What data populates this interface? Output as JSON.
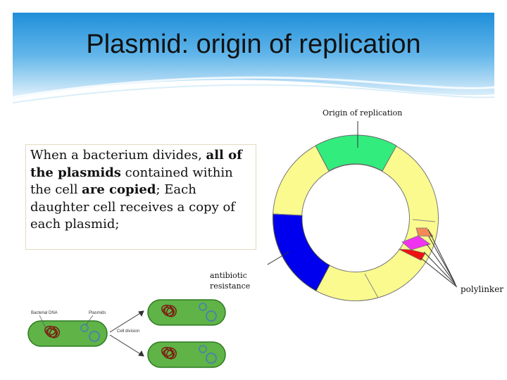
{
  "slide": {
    "title": "Plasmid: origin of replication",
    "body_text": {
      "part1": "When a bacterium divides, ",
      "bold1": "all of the plasmids",
      "part2": " contained within the cell ",
      "bold2": "are copied",
      "part3": "; Each daughter cell receives a copy of each plasmid;"
    }
  },
  "plasmid_diagram": {
    "labels": {
      "origin": "Origin of replication",
      "antibiotic_line1": "antibiotic",
      "antibiotic_line2": "resistance",
      "polylinker": "polylinker"
    },
    "colors": {
      "yellow": "#fafa8e",
      "origin": "#33ec7e",
      "antibiotic": "#0000ee",
      "orange": "#f38a55",
      "magenta": "#f033f0",
      "red": "#ee1111"
    }
  },
  "cell_division": {
    "labels": {
      "bacterial_dna": "Bacterial DNA",
      "plasmids": "Plasmids",
      "cell_division": "Cell division"
    },
    "colors": {
      "cell_fill": "#5fb347",
      "cell_stroke": "#2f7a22",
      "dna": "#7a1d12",
      "plasmid": "#4a7fb0"
    }
  }
}
